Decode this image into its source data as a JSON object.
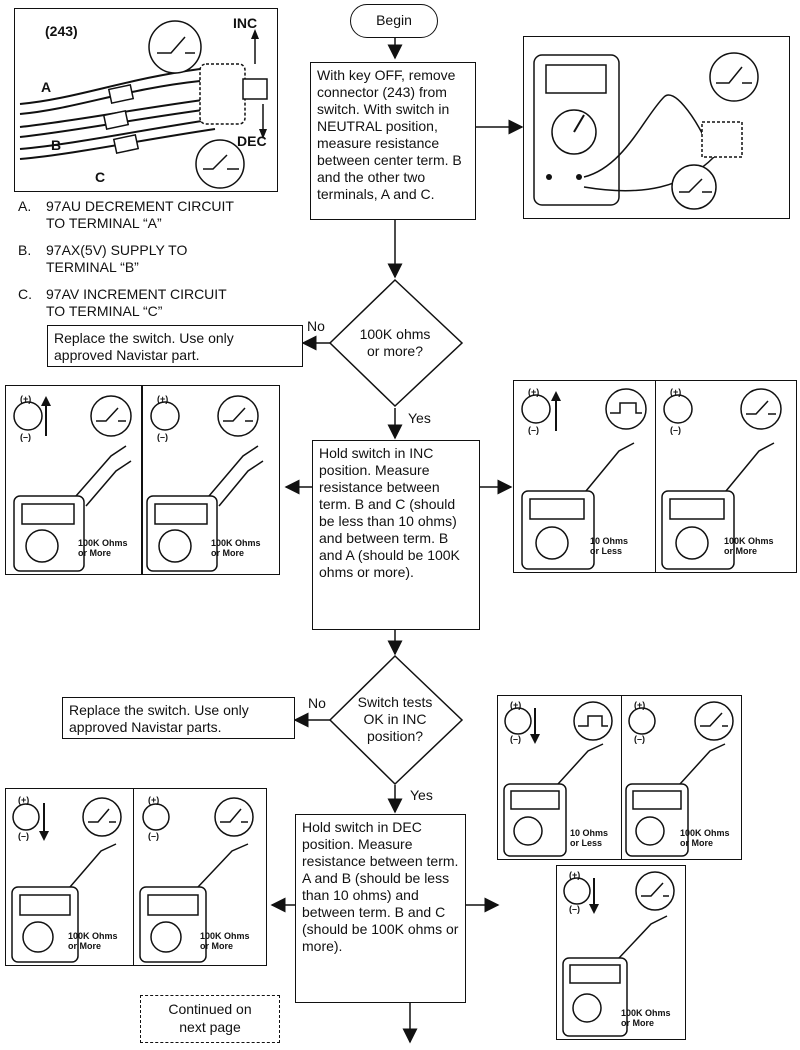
{
  "top_figure": {
    "connector_number": "(243)",
    "inc_label": "INC",
    "dec_label": "DEC",
    "wire_a": "A",
    "wire_b": "B",
    "wire_c": "C"
  },
  "legend": [
    {
      "letter": "A.",
      "text": "97AU DECREMENT CIRCUIT\nTO TERMINAL “A”"
    },
    {
      "letter": "B.",
      "text": "97AX(5V) SUPPLY TO\nTERMINAL “B”"
    },
    {
      "letter": "C.",
      "text": "97AV INCREMENT CIRCUIT\nTO TERMINAL “C”"
    }
  ],
  "flow": {
    "begin": "Begin",
    "step1": "With key OFF, remove connector (243) from switch. With switch in NEUTRAL position, measure resistance between center term. B and the other two terminals, A and C.",
    "decision1": "100K ohms\nor more?",
    "decision1_no": "No",
    "decision1_yes": "Yes",
    "replace1": "Replace the switch. Use only approved Navistar part.",
    "step2": "Hold switch in INC position. Measure resistance between term. B and C (should be less than 10 ohms) and between term. B and A (should be 100K ohms or more).",
    "decision2": "Switch tests\nOK in INC\nposition?",
    "decision2_no": "No",
    "decision2_yes": "Yes",
    "replace2": "Replace the switch. Use only approved Navistar parts.",
    "step3": "Hold switch in DEC position. Measure resistance between term. A and B (should be less than 10 ohms) and between term. B and C (should be 100K ohms or more).",
    "continued": "Continued on\nnext page"
  },
  "meter_readings": {
    "r_100k": "100K Ohms\nor More",
    "r_10": "10 Ohms\nor Less"
  },
  "symbols": {
    "plus": "(+)",
    "minus": "(–)"
  }
}
